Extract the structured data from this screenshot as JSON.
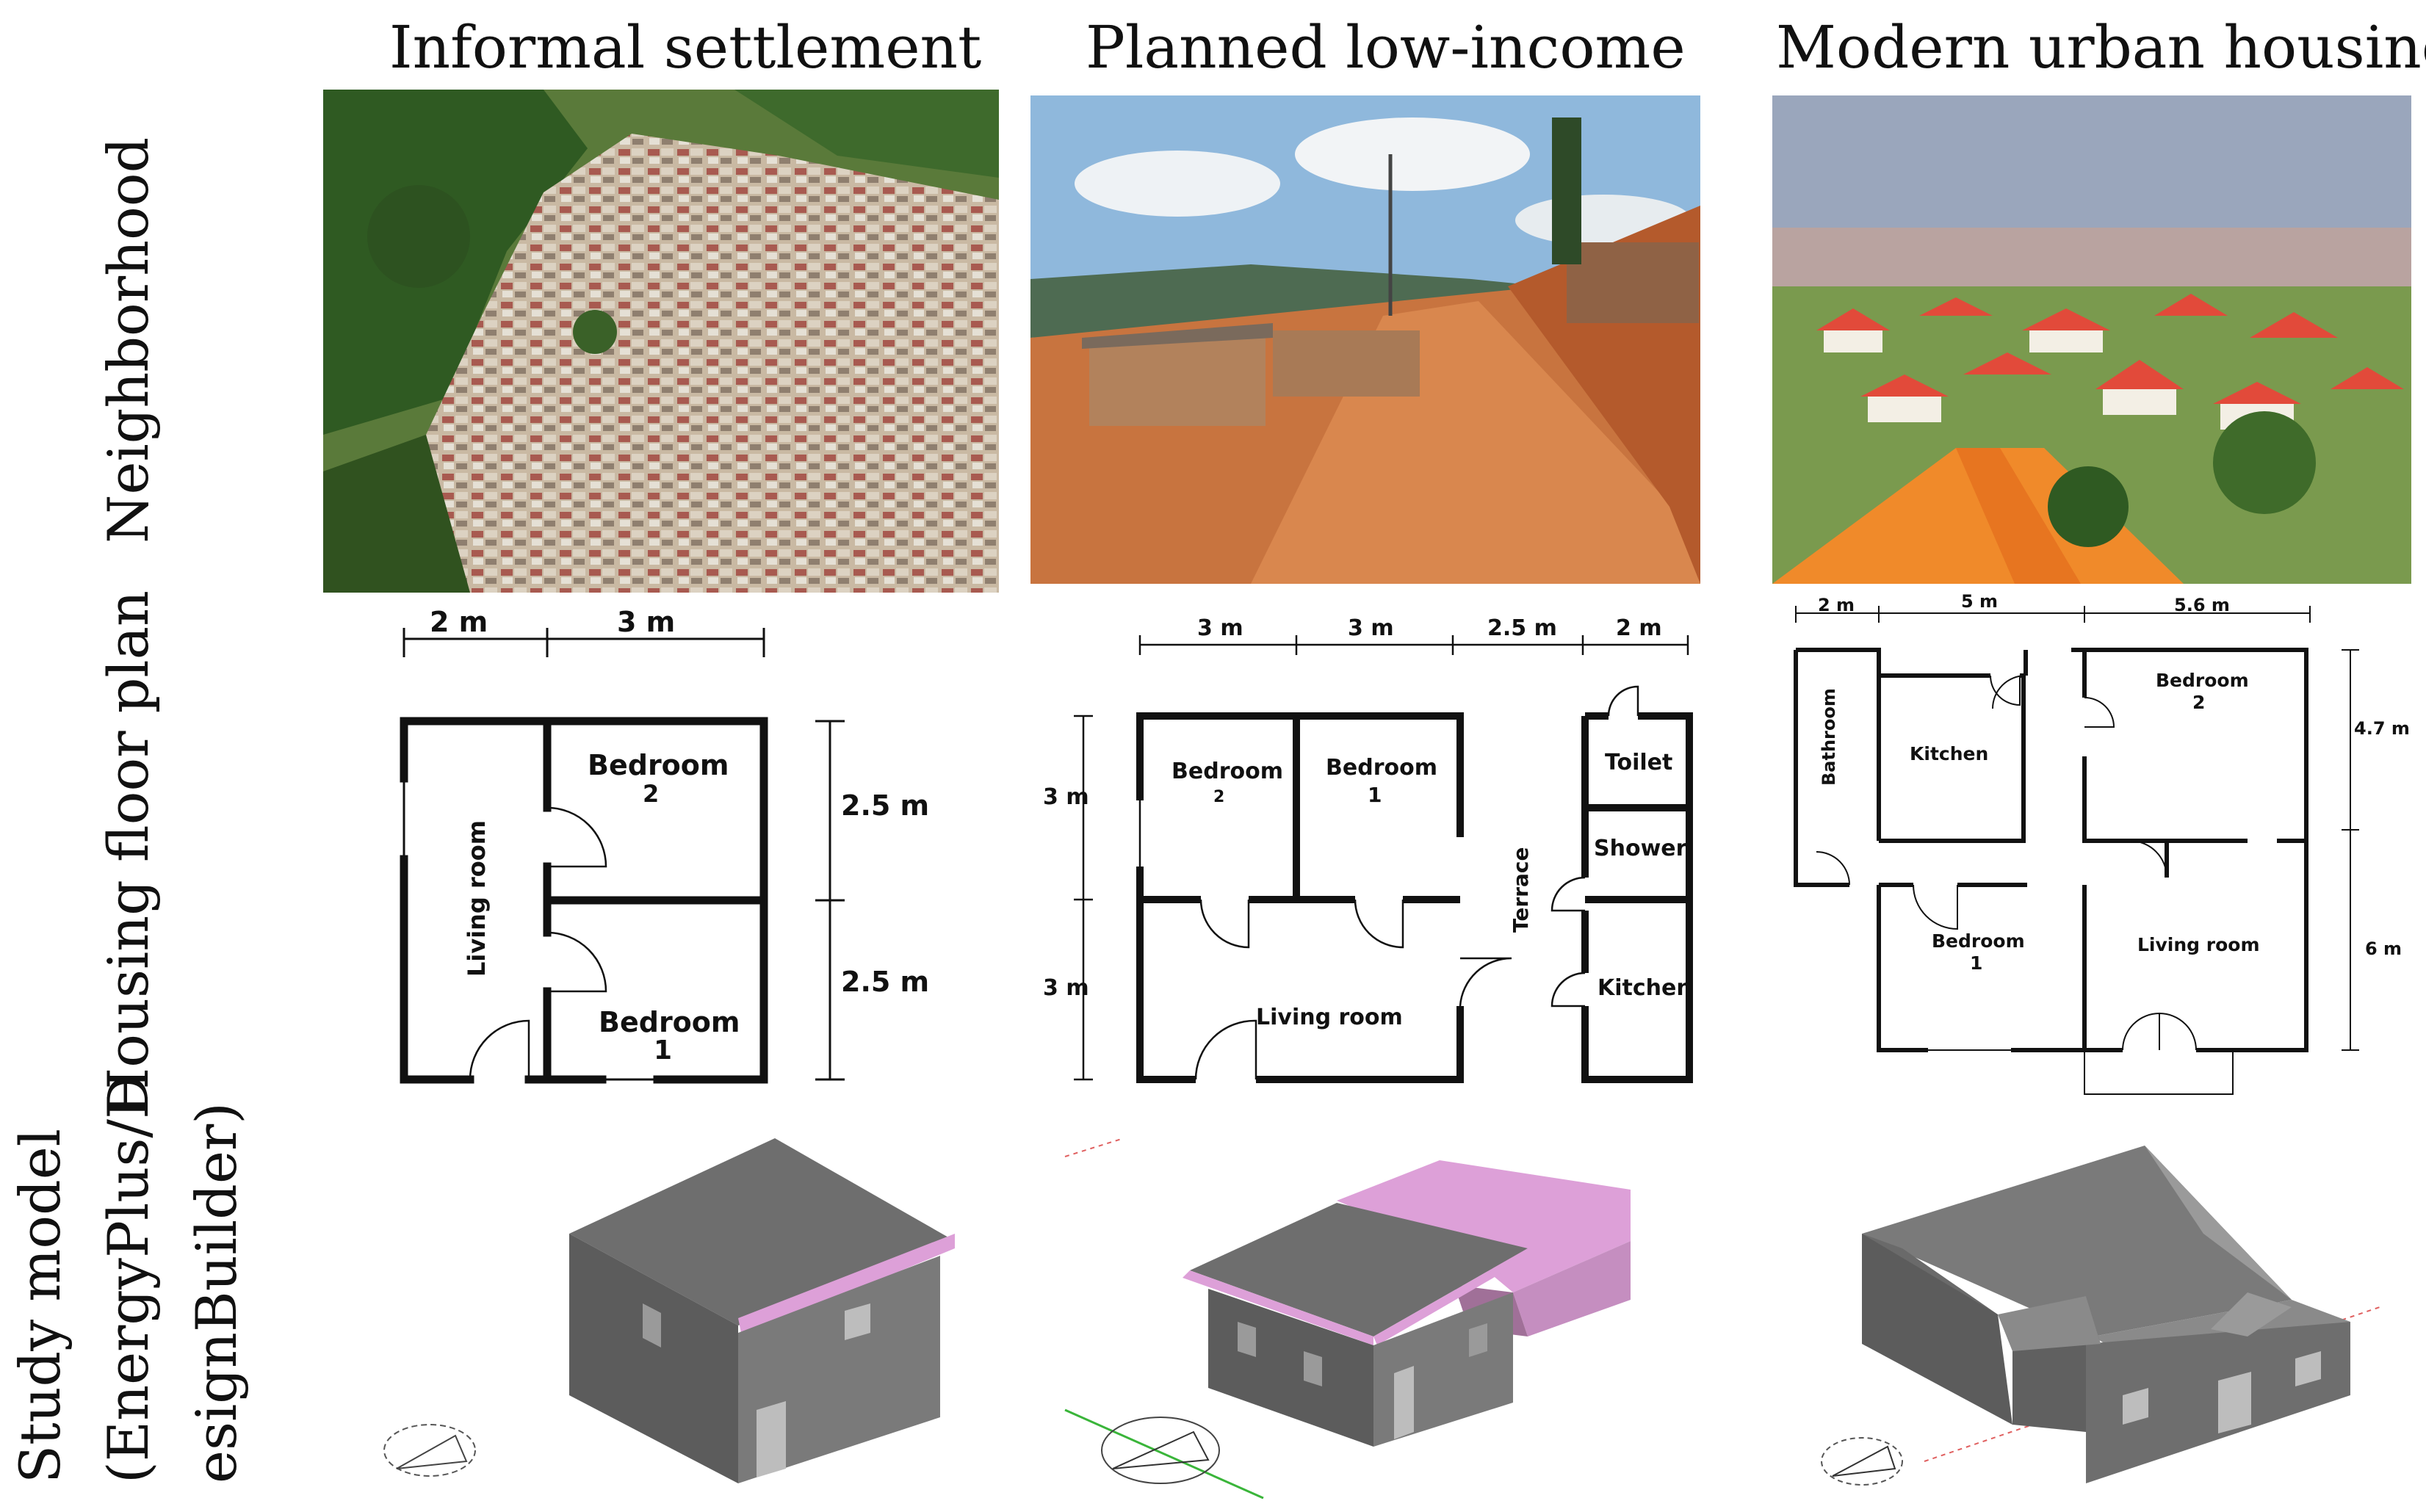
{
  "columns": [
    {
      "title": "Informal settlement"
    },
    {
      "title": "Planned low-income"
    },
    {
      "title": "Modern urban housing"
    }
  ],
  "rows": [
    {
      "label": "Neighborhood"
    },
    {
      "label": "Housing floor plan"
    },
    {
      "label_line1": "Study model",
      "label_line2": "(EnergyPlus/D",
      "label_line3": "esignBuilder)"
    }
  ],
  "plan_informal": {
    "dims_top": [
      "2 m",
      "3 m"
    ],
    "dims_right": [
      "2.5 m",
      "2.5 m"
    ],
    "bedroom2": "Bedroom",
    "bedroom2_num": "2",
    "bedroom1": "Bedroom",
    "bedroom1_num": "1",
    "living": "Living room"
  },
  "plan_planned": {
    "dims_top": [
      "3 m",
      "3 m",
      "2.5 m",
      "2 m"
    ],
    "dims_left": [
      "3 m",
      "3 m"
    ],
    "bedroom2": "Bedroom",
    "bedroom2_num": "2",
    "bedroom1": "Bedroom",
    "bedroom1_num": "1",
    "living": "Living room",
    "toilet": "Toilet",
    "shower": "Shower",
    "kitchen": "Kitchen",
    "terrace": "Terrace"
  },
  "plan_modern": {
    "dims_top": [
      "2 m",
      "5 m",
      "5.6 m"
    ],
    "dims_right": [
      "4.7 m",
      "6 m"
    ],
    "bathroom": "Bathroom",
    "kitchen": "Kitchen",
    "bedroom2": "Bedroom",
    "bedroom2_num": "2",
    "bedroom1": "Bedroom",
    "bedroom1_num": "1",
    "living": "Living room"
  },
  "colors": {
    "wall": "#111111",
    "model_roof": "#6e6e6e",
    "model_wall_front": "#7a7a7a",
    "model_wall_side": "#5c5c5c",
    "model_pink": "#dda0d8"
  }
}
